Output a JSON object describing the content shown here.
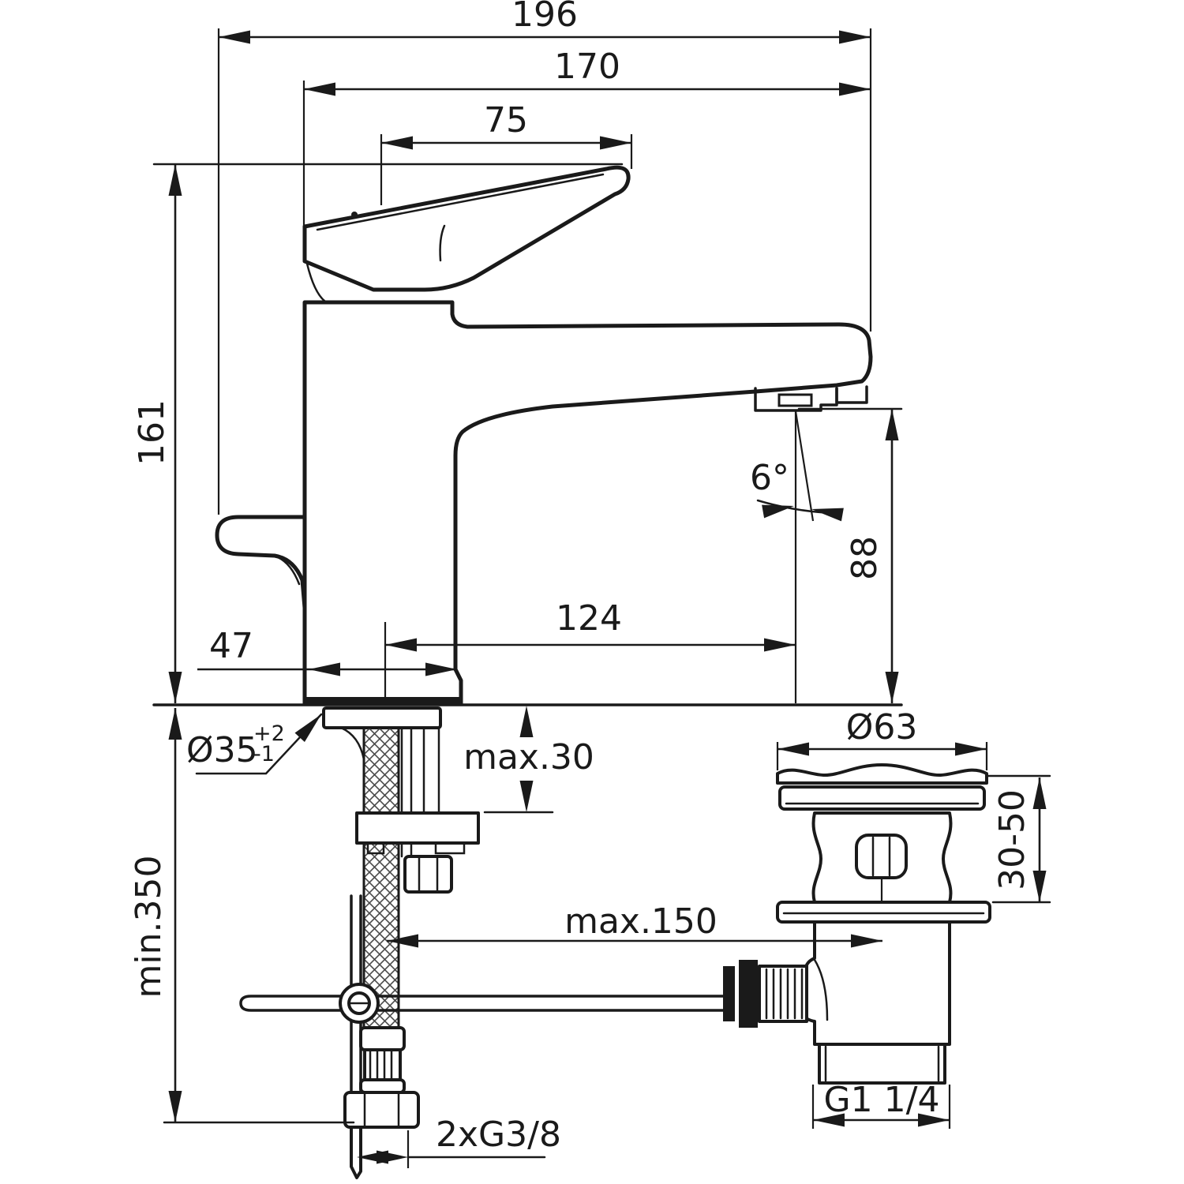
{
  "drawing": {
    "kind": "technical-dimension-drawing",
    "subject": "single-lever basin mixer with pop-up waste",
    "units": "mm",
    "colors": {
      "line": "#1a1a1a",
      "background": "#ffffff"
    },
    "dimensions": {
      "overall_width": "196",
      "body_to_spout_width": "170",
      "lever_length": "75",
      "body_height": "161",
      "base_width": "47",
      "spout_reach": "124",
      "spout_height": "88",
      "spout_angle": "6°",
      "mounting_hole": "Ø35",
      "mounting_hole_tol_plus": "+2",
      "mounting_hole_tol_minus": "-1",
      "deck_thickness": "max.30",
      "clearance_below": "min.350",
      "rod_length": "max.150",
      "waste_flange": "Ø63",
      "waste_height_range": "30-50",
      "waste_thread": "G1 1/4",
      "supply_thread": "2xG3/8"
    }
  }
}
